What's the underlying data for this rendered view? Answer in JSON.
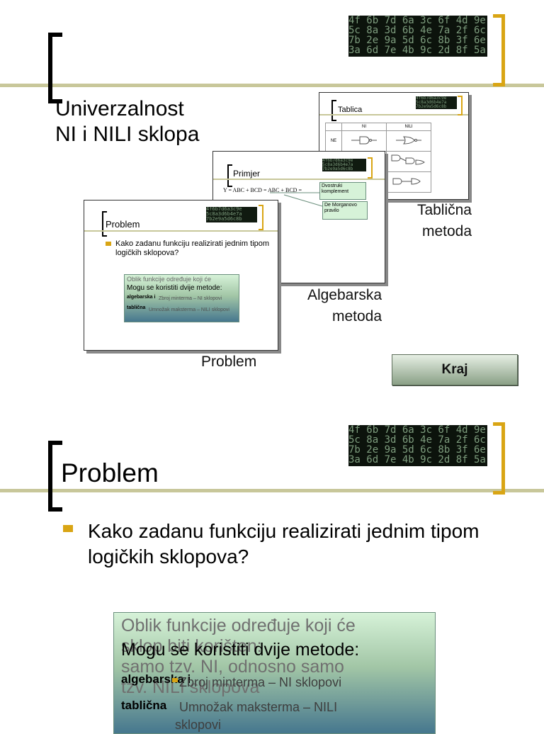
{
  "slide1": {
    "title_line1": "Univerzalnost",
    "title_line2": "NI i NILI sklopa",
    "thumb_tablica": {
      "title": "Tablica",
      "col_headers": [
        "NI",
        "NILI"
      ],
      "row_label": "NE"
    },
    "thumb_primjer": {
      "title": "Primjer",
      "formula": "Y = ABC + BCD = ABC + BCD =",
      "callout1": "Dvostruki komplement",
      "callout2": "De Morganovo pravilo"
    },
    "thumb_problem": {
      "title": "Problem",
      "bullet": "Kako zadanu funkciju realizirati jednim tipom logičkih sklopova?",
      "box_line1": "Oblik funkcije određuje koji će",
      "box_line2": "Mogu se koristiti dvije metode:",
      "box_item1_label": "algebarska i",
      "box_item1_text": "Zbroj minterma – NI sklopovi",
      "box_item2_label": "tablična",
      "box_item2_text": "Umnožak maksterma – NILI sklopovi"
    },
    "caption_tablicna": "Tablična\nmetoda",
    "caption_algebarska": "Algebarska\nmetoda",
    "caption_problem": "Problem",
    "kraj_button": "Kraj"
  },
  "slide2": {
    "title": "Problem",
    "bullet": "Kako zadanu funkciju realizirati jednim tipom logičkih sklopova?",
    "box": {
      "ghost_line1": "Oblik funkcije određuje koji će",
      "ghost_line2": "sklop biti korišten:",
      "ghost_line3": "samo tzv. NI, odnosno samo",
      "ghost_line4": "tzv. NILI sklopova",
      "front_line": "Mogu se koristiti dvije metode:",
      "item1_label": "algebarska i",
      "item1_text": "Zbroj minterma – NI sklopovi",
      "item2_label": "tablična",
      "item2_text": "Umnožak maksterma – NILI",
      "item2_text_cont": "sklopovi"
    }
  },
  "colors": {
    "accent_gold": "#d9a514",
    "band": "#c8c79a",
    "bullet": "#d9a514"
  },
  "icons": [
    "matrix-decoration",
    "bracket-left",
    "bracket-right",
    "nand-gate-icon",
    "nor-gate-icon"
  ]
}
